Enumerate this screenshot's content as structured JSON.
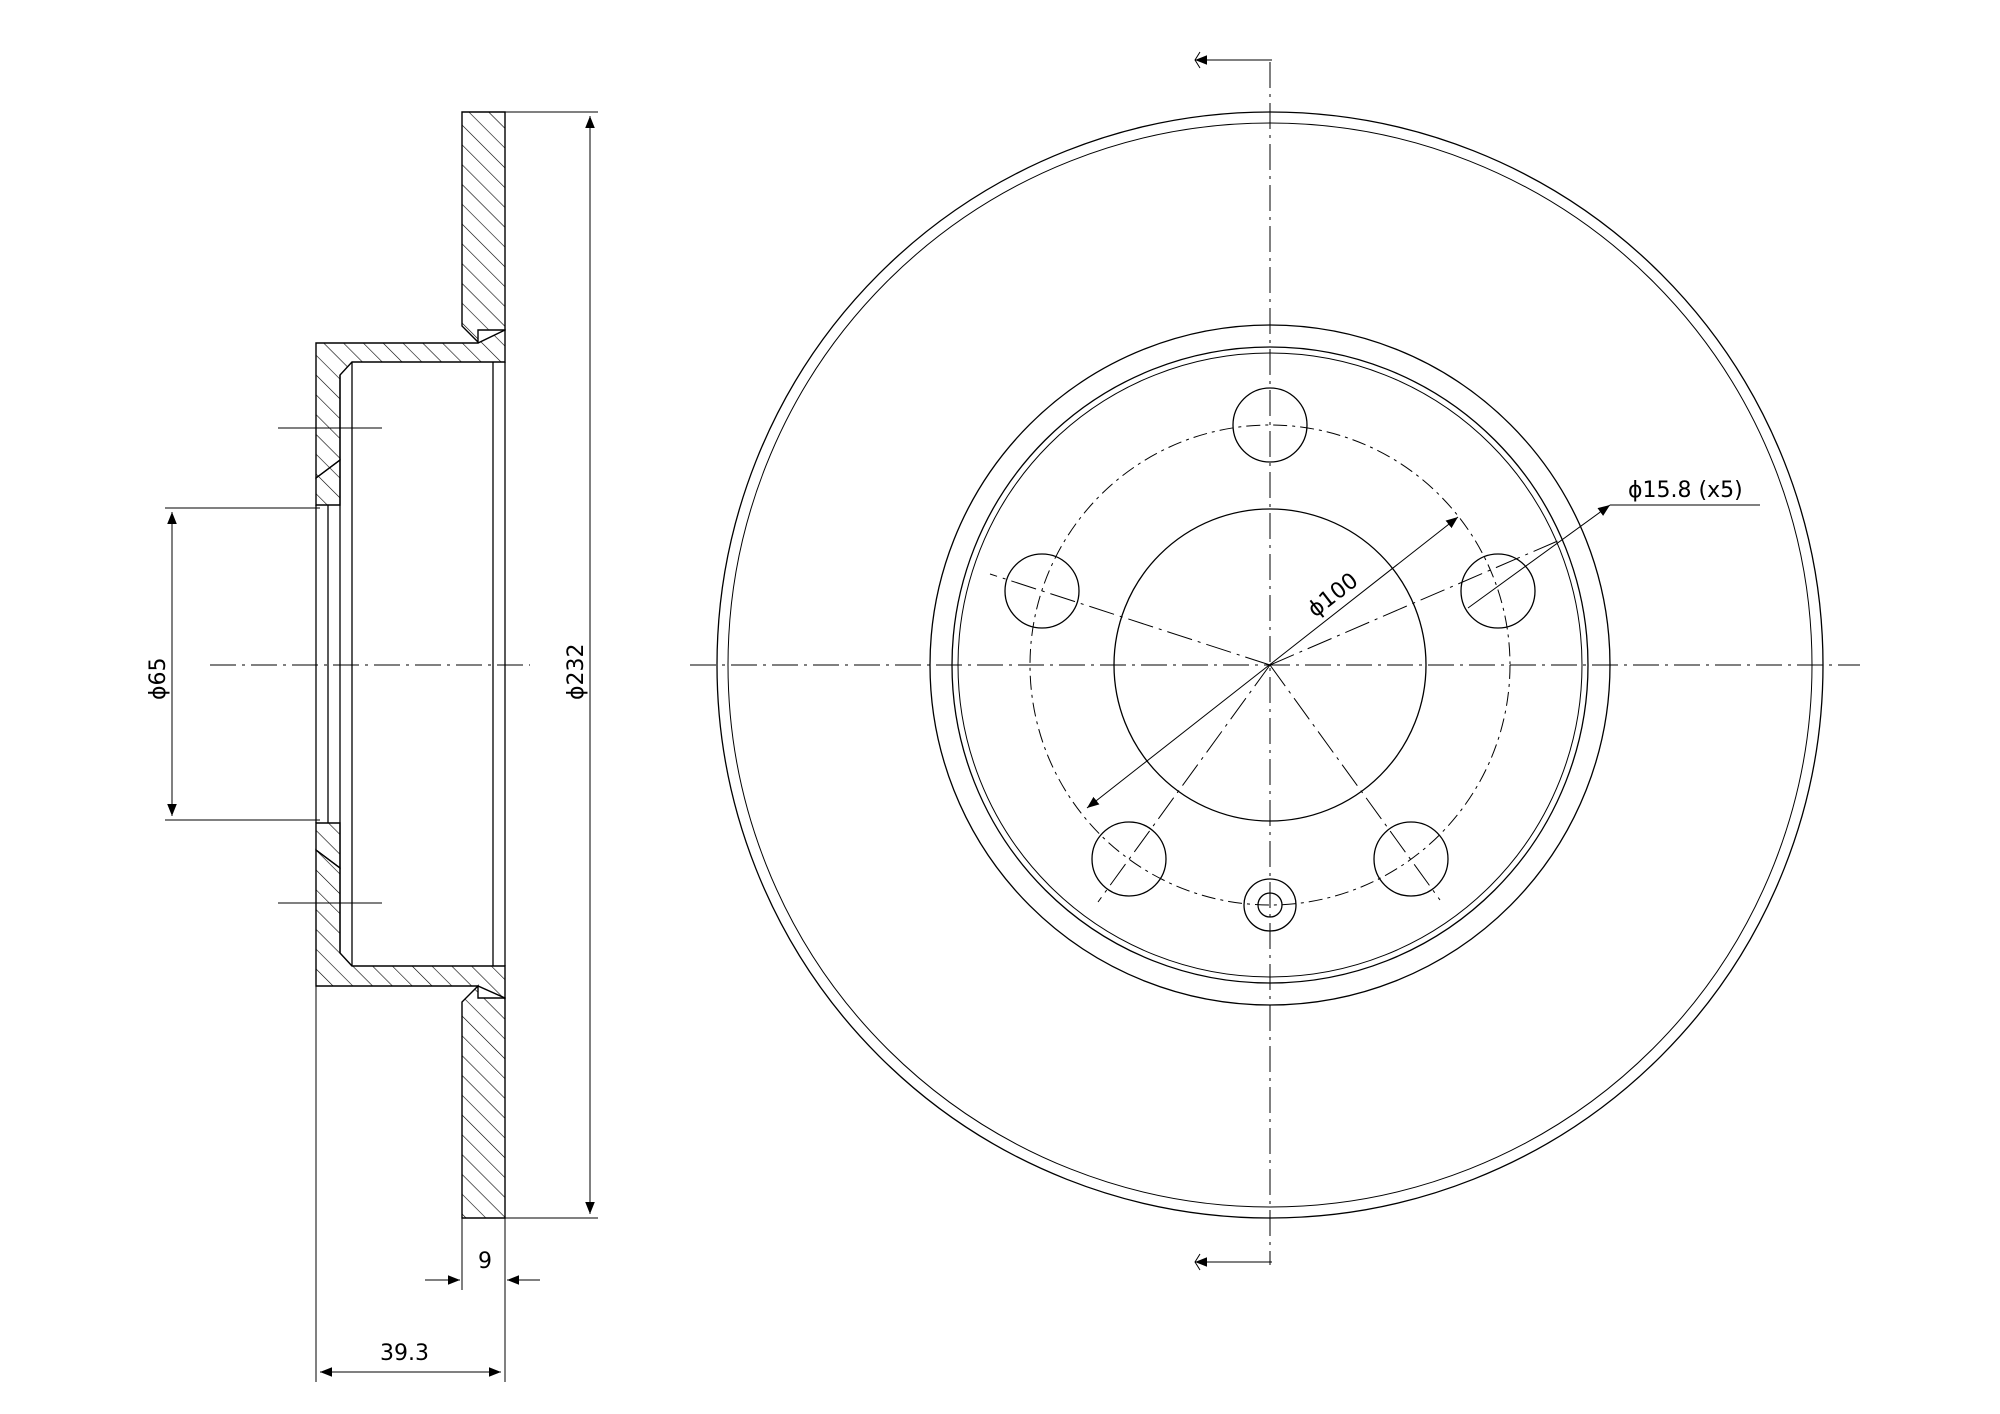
{
  "dimensions": {
    "total_diameter": "ϕ232",
    "center_bore": "ϕ65",
    "disc_thickness": "9",
    "overall_height": "39.3",
    "bolt_circle": "ϕ100",
    "bolt_holes": "ϕ15.8 (x5)"
  },
  "colors": {
    "line": "#000000",
    "background": "#ffffff"
  }
}
